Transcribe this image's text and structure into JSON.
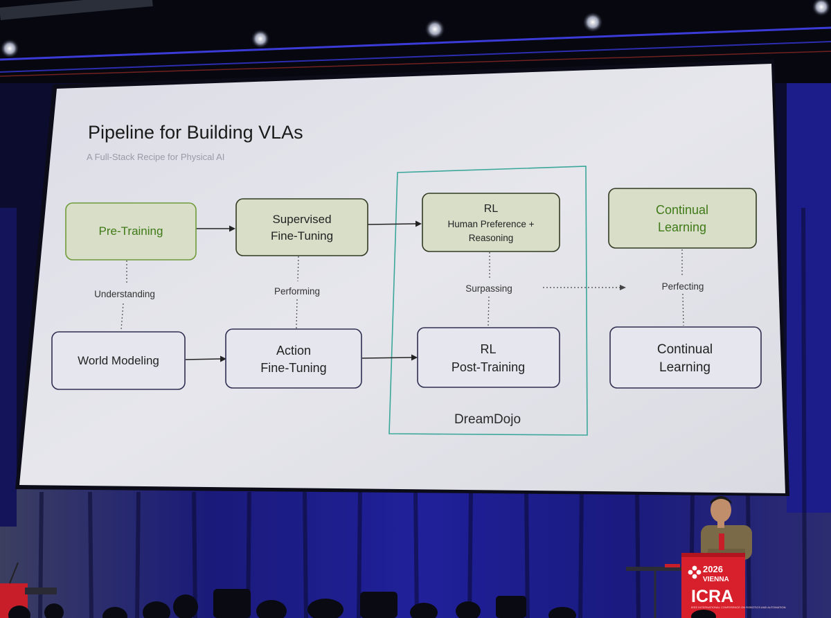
{
  "slide": {
    "title": "Pipeline for Building VLAs",
    "subtitle": "A Full-Stack Recipe for Physical AI",
    "top_row": [
      {
        "lines": [
          "Pre-Training"
        ]
      },
      {
        "lines": [
          "Supervised",
          "Fine-Tuning"
        ]
      },
      {
        "lines": [
          "RL",
          "Human Preference +",
          "Reasoning"
        ]
      },
      {
        "lines": [
          "Continual",
          "Learning"
        ]
      }
    ],
    "bottom_row": [
      {
        "lines": [
          "World Modeling"
        ]
      },
      {
        "lines": [
          "Action",
          "Fine-Tuning"
        ]
      },
      {
        "lines": [
          "RL",
          "Post-Training"
        ]
      },
      {
        "lines": [
          "Continual",
          "Learning"
        ]
      }
    ],
    "connectors": [
      "Understanding",
      "Performing",
      "Surpassing",
      "Perfecting"
    ],
    "group_label": "DreamDojo"
  },
  "podium": {
    "year": "2026",
    "city": "VIENNA",
    "brand": "ICRA",
    "tagline": "IEEE INTERNATIONAL CONFERENCE ON ROBOTICS AND AUTOMATION"
  },
  "colors": {
    "slide_bg": "#e4e4ea",
    "green_fill": "#d9dec9",
    "green_border": "#6f9a3a",
    "green_text": "#3f7a17",
    "box_border": "#2e2e50",
    "teal": "#3aa79a",
    "podium_red": "#d8202c"
  }
}
